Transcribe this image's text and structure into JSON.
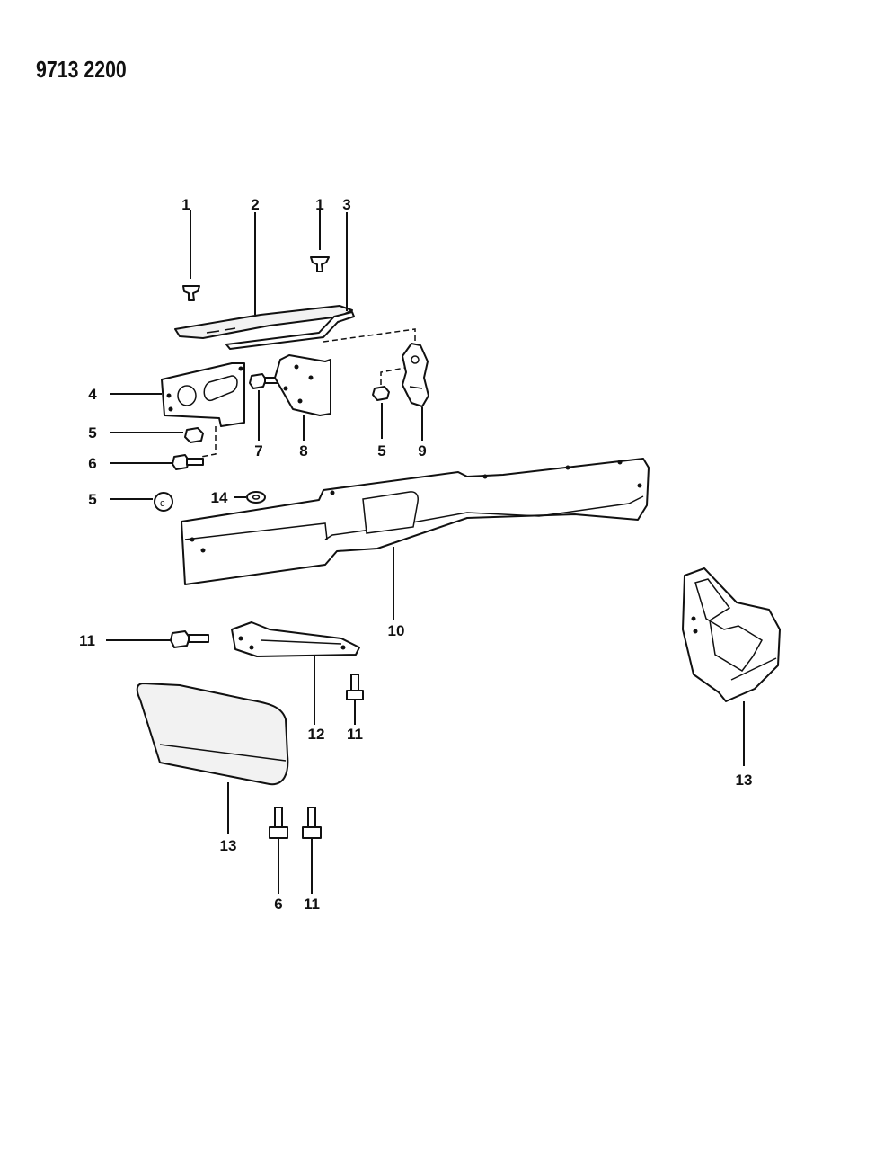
{
  "diagram_code": "9713 2200",
  "callouts": [
    {
      "id": "c1a",
      "text": "1"
    },
    {
      "id": "c2",
      "text": "2"
    },
    {
      "id": "c1b",
      "text": "1"
    },
    {
      "id": "c3",
      "text": "3"
    },
    {
      "id": "c4",
      "text": "4"
    },
    {
      "id": "c5a",
      "text": "5"
    },
    {
      "id": "c6a",
      "text": "6"
    },
    {
      "id": "c7",
      "text": "7"
    },
    {
      "id": "c8",
      "text": "8"
    },
    {
      "id": "c5b",
      "text": "5"
    },
    {
      "id": "c9",
      "text": "9"
    },
    {
      "id": "c5c",
      "text": "5"
    },
    {
      "id": "c14",
      "text": "14"
    },
    {
      "id": "c10",
      "text": "10"
    },
    {
      "id": "c11a",
      "text": "11"
    },
    {
      "id": "c12",
      "text": "12"
    },
    {
      "id": "c11b",
      "text": "11"
    },
    {
      "id": "c13a",
      "text": "13"
    },
    {
      "id": "c6b",
      "text": "6"
    },
    {
      "id": "c11c",
      "text": "11"
    },
    {
      "id": "c13b",
      "text": "13"
    }
  ]
}
